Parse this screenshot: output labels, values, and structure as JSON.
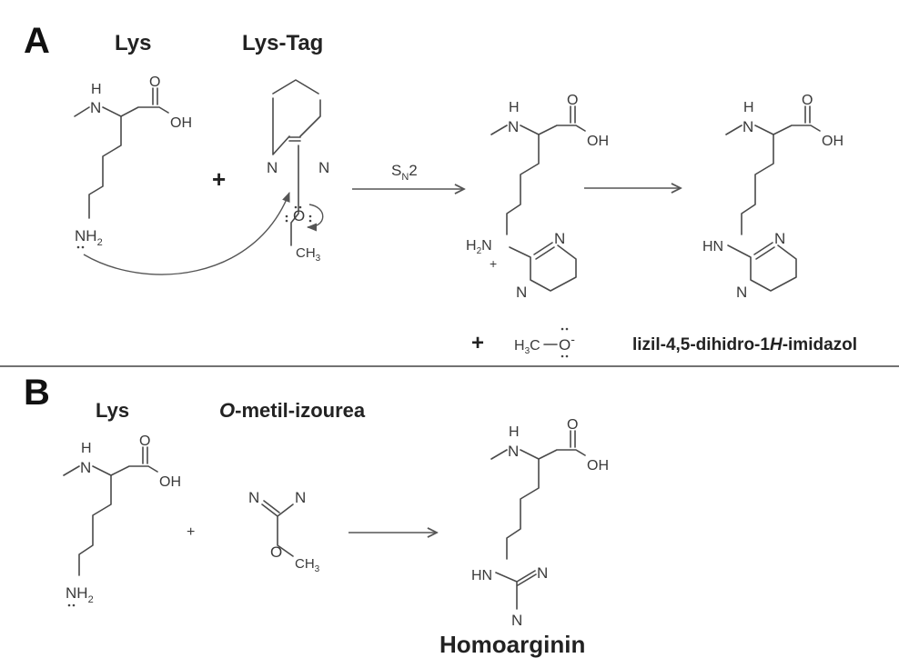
{
  "panels": {
    "a": {
      "letter": "A",
      "reactant1_title": "Lys",
      "reactant2_title": "Lys-Tag",
      "plus_sign": "+",
      "arrow_label_s": "S",
      "arrow_label_sub": "N",
      "arrow_label_num": "2",
      "second_plus": "+",
      "product_name": "lizil-4,5-dihidro-1",
      "product_name_italic": "H",
      "product_name_end": "-imidazol"
    },
    "b": {
      "letter": "B",
      "reactant1_title": "Lys",
      "reactant2_title_italic": "O",
      "reactant2_title_rest": "-metil-izourea",
      "plus_sign": "+",
      "product_name": "Homoarginin"
    }
  },
  "atoms": {
    "n": "N",
    "h": "H",
    "o": "O",
    "oh": "OH",
    "nh": "NH",
    "nh2_n": "NH",
    "sub2": "2",
    "hn": "HN",
    "ch": "CH",
    "sub3": "3",
    "h2n": "H",
    "h3c": "H",
    "h3c_c": "C",
    "o_minus": "O",
    "minus": "-",
    "plus_charge": "+"
  },
  "colors": {
    "ink": "#3a3a3a",
    "bold_ink": "#222222",
    "separator": "#444444",
    "background": "#ffffff"
  }
}
